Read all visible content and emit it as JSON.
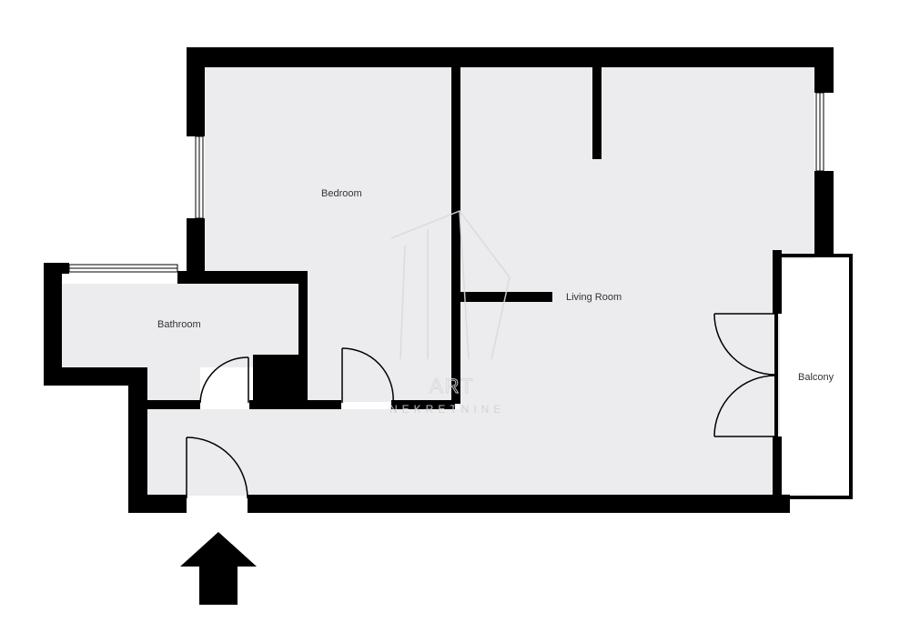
{
  "rooms": {
    "bedroom": "Bedroom",
    "living_room": "Living Room",
    "bathroom": "Bathroom",
    "balcony": "Balcony"
  },
  "watermark": {
    "brand": "ART",
    "subtitle": "NEKRETNINE"
  },
  "colors": {
    "wall": "#000000",
    "floor": "#ececee",
    "background": "#ffffff",
    "watermark": "#d8d8de"
  },
  "icons": {
    "entrance": "entrance-arrow-icon"
  }
}
